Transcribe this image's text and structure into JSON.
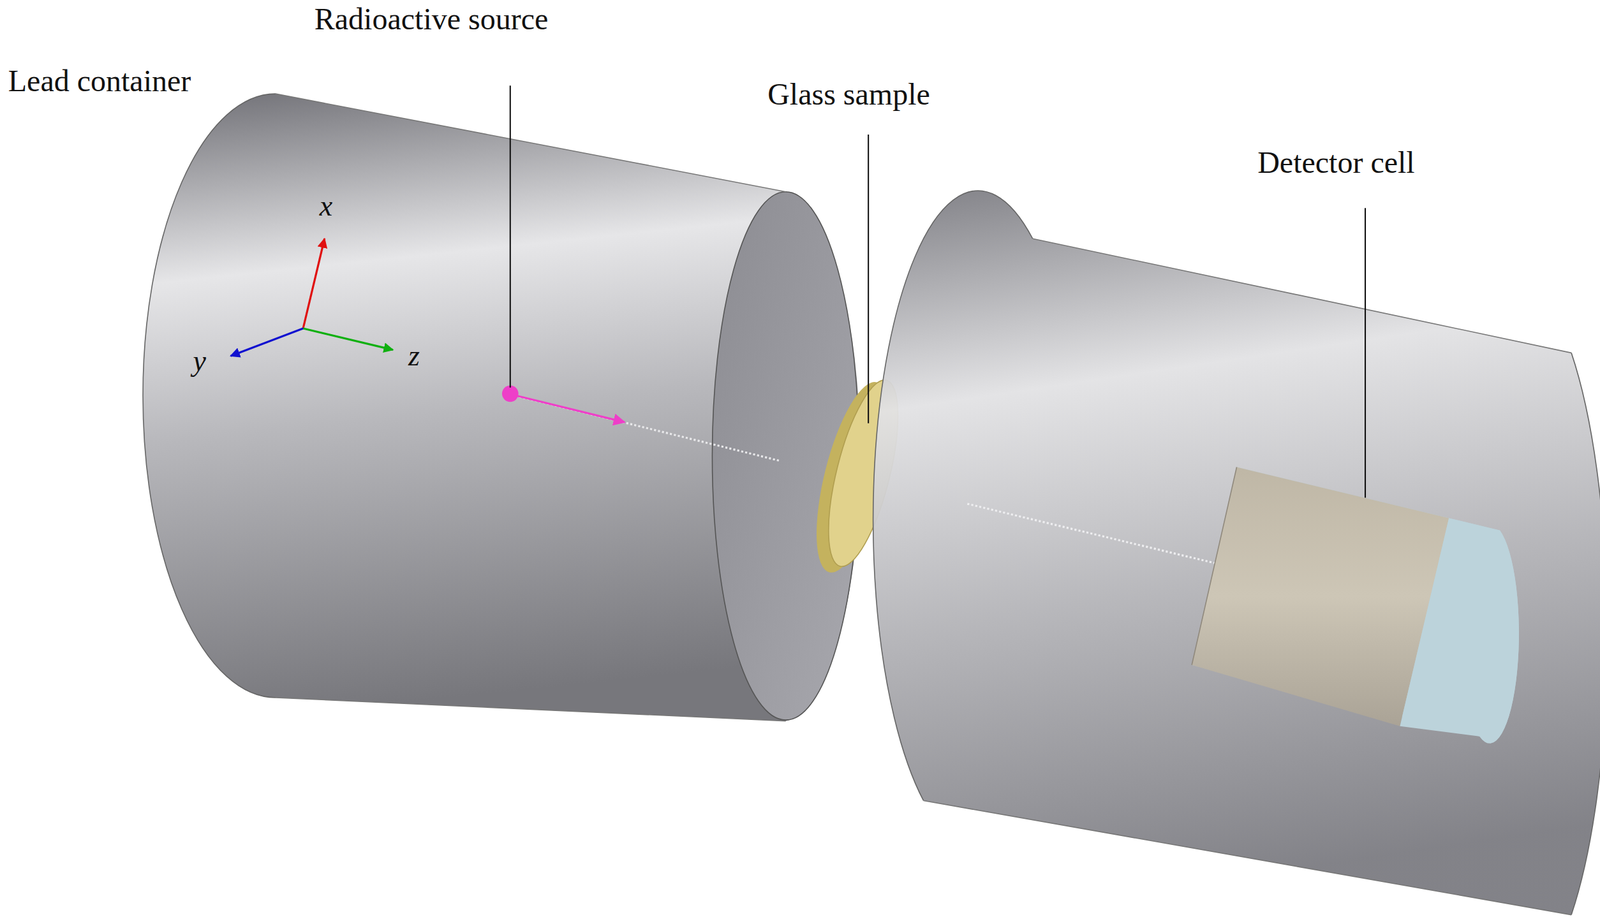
{
  "diagram": {
    "labels": [
      "Lead container",
      "Radioactive source",
      "Glass sample",
      "Detector cell",
      "x",
      "y",
      "z"
    ]
  }
}
